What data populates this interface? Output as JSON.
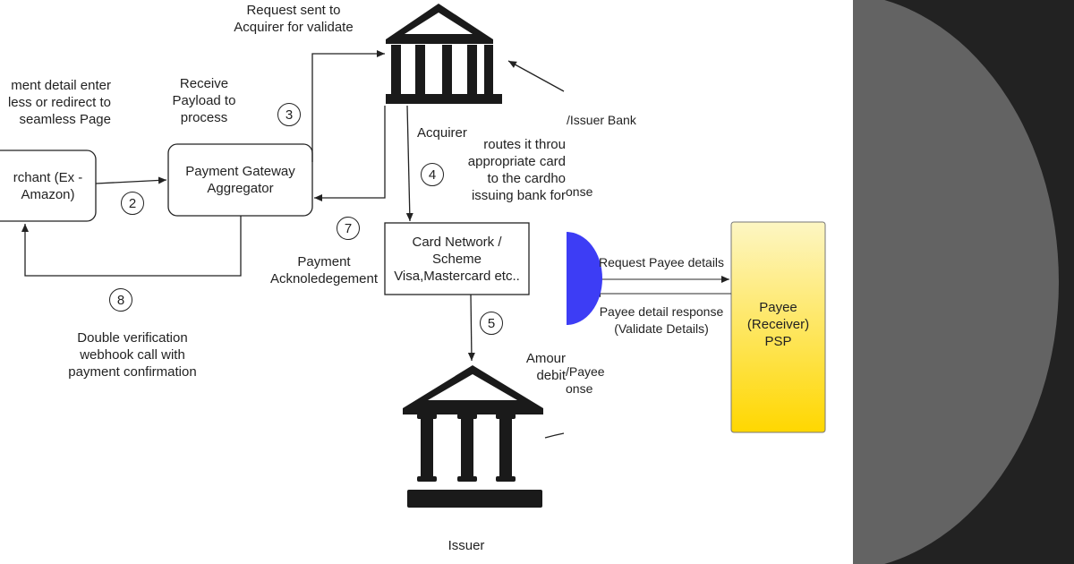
{
  "diagram": {
    "labels": {
      "request_acquirer": "Request sent to\nAcquirer for validate",
      "payment_detail": "ment detail enter\nless or redirect to\nseamless Page",
      "receive_payload": "Receive\nPayload to\nprocess",
      "issuer_bank": "/Issuer Bank",
      "acquirer": "Acquirer",
      "routes": "routes it throu\nappropriate card\nto the cardho\nissuing bank for",
      "onse_top": "onse",
      "payment_ack": "Payment\nAcknoledegement",
      "request_payee": "Request Payee details",
      "payee_response": "Payee detail response\n(Validate Details)",
      "double_verification": "Double verification\nwebhook call with\npayment confirmation",
      "amount_debit": "Amour\ndebit",
      "payee_onse": "/Payee\nonse",
      "issuer": "Issuer"
    },
    "boxes": {
      "merchant": "rchant (Ex -\nAmazon)",
      "gateway": "Payment Gateway\nAggregator",
      "card_network": "Card Network /\nScheme\nVisa,Mastercard etc..",
      "payee_psp": "Payee\n(Receiver)\nPSP"
    },
    "steps": {
      "s2": "2",
      "s3": "3",
      "s4": "4",
      "s5": "5",
      "s7": "7",
      "s8": "8"
    },
    "colors": {
      "payee_gradient_top": "#fdf6c3",
      "payee_gradient_bottom": "#ffd700",
      "payer_blue": "#3d3df5",
      "bank_icon": "#1a1a1a"
    }
  }
}
